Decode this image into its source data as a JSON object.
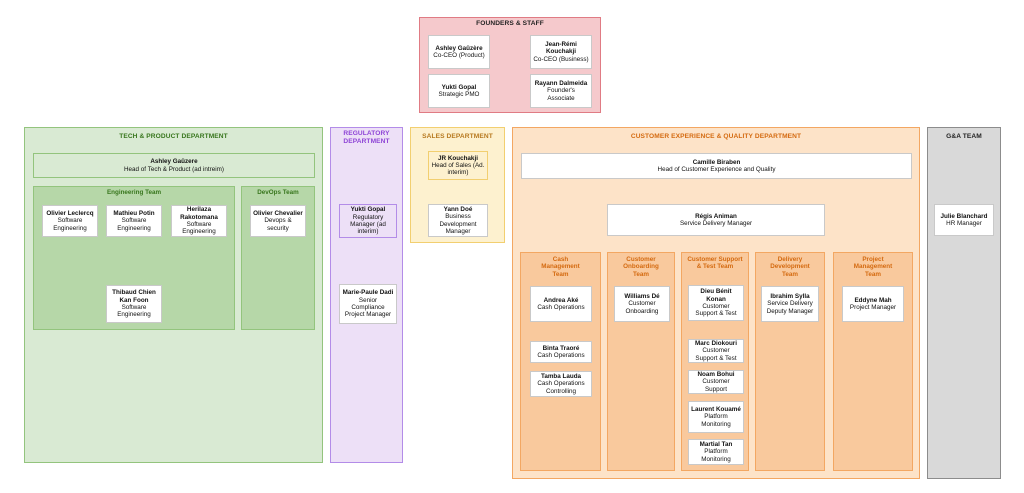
{
  "colors": {
    "founders_fill": "#f5c9cc",
    "founders_border": "#e07b84",
    "founders_text": "#222222",
    "tech_fill": "#d9ead3",
    "tech_border": "#93c47d",
    "tech_text": "#38761d",
    "tech_inner": "#b6d7a8",
    "reg_fill": "#ede0f7",
    "reg_border": "#b38ce8",
    "reg_text": "#8e44d6",
    "sales_fill": "#fdf1cf",
    "sales_border": "#f2cf70",
    "sales_text": "#b7791f",
    "cx_fill": "#fde3c8",
    "cx_border": "#f3a762",
    "cx_text": "#d46a10",
    "cx_inner": "#f9c99d",
    "ga_fill": "#d9d9d9",
    "ga_border": "#8c8c8c",
    "ga_text": "#222222"
  },
  "founders": {
    "title": "FOUNDERS & STAFF",
    "members": [
      {
        "name": "Ashley Gaüzère",
        "role": "Co-CEO (Product)"
      },
      {
        "name": "Jean-Rémi Kouchakji",
        "role": "Co-CEO (Business)"
      },
      {
        "name": "Yukti Gopal",
        "role": "Strategic PMO"
      },
      {
        "name": "Rayann Dalmeida",
        "role": "Founder's Associate"
      }
    ]
  },
  "tech": {
    "title": "TECH & PRODUCT DEPARTMENT",
    "head": {
      "name": "Ashley Gaüzere",
      "role": "Head of Tech & Product (ad intreim)"
    },
    "engineering": {
      "title": "Engineering Team",
      "members": [
        {
          "name": "Olivier Leclercq",
          "role": "Software Engineering"
        },
        {
          "name": "Mathieu Potin",
          "role": "Software Engineering"
        },
        {
          "name": "Herilaza Rakotomana",
          "role": "Software Engineering"
        },
        {
          "name": "Thibaud Chien Kan Foon",
          "role": "Software Engineering"
        }
      ]
    },
    "devops": {
      "title": "DevOps Team",
      "members": [
        {
          "name": "Olivier Chevalier",
          "role": "Devops & security"
        }
      ]
    }
  },
  "regulatory": {
    "title": "REGULATORY DEPARTMENT",
    "members": [
      {
        "name": "Yukti Gopal",
        "role": "Regulatory Manager (ad interim)"
      },
      {
        "name": "Marie-Paule Dadi",
        "role": "Senior Compliance Project Manager"
      }
    ]
  },
  "sales": {
    "title": "SALES DEPARTMENT",
    "members": [
      {
        "name": "JR Kouchakji",
        "role": "Head of Sales (Ad. interim)"
      },
      {
        "name": "Yann Doé",
        "role": "Business Development Manager"
      }
    ]
  },
  "cx": {
    "title": "CUSTOMER EXPERIENCE & QUALITY DEPARTMENT",
    "head": {
      "name": "Camille Biraben",
      "role": "Head of Customer Experience and Quality"
    },
    "sdm": {
      "name": "Régis Animan",
      "role": "Service Delivery Manager"
    },
    "teams": [
      {
        "title": "Cash Management Team",
        "members": [
          {
            "name": "Andrea Aké",
            "role": "Cash Operations"
          },
          {
            "name": "Binta Traoré",
            "role": "Cash Operations"
          },
          {
            "name": "Tamba Lauda",
            "role": "Cash Operations Controlling"
          }
        ]
      },
      {
        "title": "Customer Onboarding Team",
        "members": [
          {
            "name": "Williams Dé",
            "role": "Customer Onboarding"
          }
        ]
      },
      {
        "title": "Customer Support & Test Team",
        "members": [
          {
            "name": "Dieu Bénit Konan",
            "role": "Customer Support & Test"
          },
          {
            "name": "Marc Diokouri",
            "role": "Customer Support & Test"
          },
          {
            "name": "Noam Bohui",
            "role": "Customer Support"
          },
          {
            "name": "Laurent Kouamé",
            "role": "Platform Monitoring"
          },
          {
            "name": "Martial Tan",
            "role": "Platform Monitoring"
          }
        ]
      },
      {
        "title": "Delivery Development Team",
        "members": [
          {
            "name": "Ibrahim Sylla",
            "role": "Service Delivery Deputy Manager"
          }
        ]
      },
      {
        "title": "Project Management Team",
        "members": [
          {
            "name": "Eddyne Mah",
            "role": "Project Manager"
          }
        ]
      }
    ]
  },
  "ga": {
    "title": "G&A TEAM",
    "members": [
      {
        "name": "Julie Blanchard",
        "role": "HR Manager"
      }
    ]
  }
}
